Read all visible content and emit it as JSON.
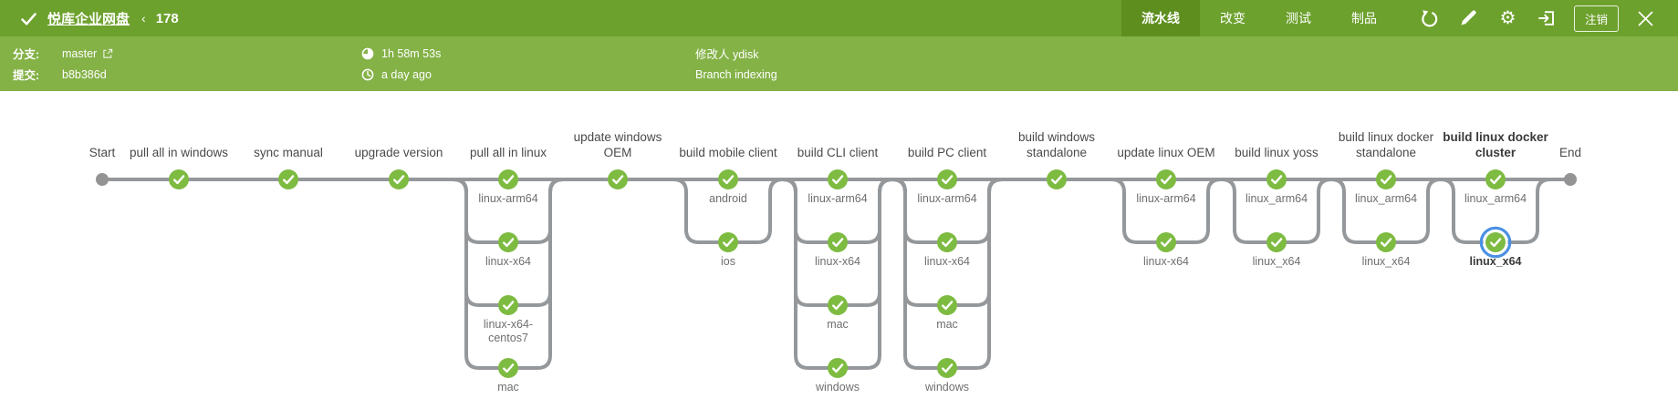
{
  "header": {
    "status_icon": "check-icon",
    "title": "悦库企业网盘",
    "run_separator": "‹",
    "run_number": "178",
    "tabs": [
      {
        "id": "pipeline",
        "label": "流水线",
        "active": true
      },
      {
        "id": "changes",
        "label": "改变",
        "active": false
      },
      {
        "id": "tests",
        "label": "测试",
        "active": false
      },
      {
        "id": "artifacts",
        "label": "制品",
        "active": false
      }
    ],
    "actions": {
      "rerun_icon": "rerun-icon",
      "edit_icon": "pencil-icon",
      "settings_icon": "gear-icon",
      "settings_glyph": "⚙",
      "exit_icon": "exit-to-app-icon",
      "logout_label": "注销",
      "close_icon": "close-icon"
    }
  },
  "infobar": {
    "branch_label": "分支:",
    "branch_value": "master",
    "branch_link_icon": "external-link-icon",
    "commit_label": "提交:",
    "commit_value": "b8b386d",
    "duration_icon": "duration-icon",
    "duration": "1h 58m 53s",
    "time_icon": "clock-icon",
    "time_ago": "a day ago",
    "changed_by": "修改人 ydisk",
    "run_cause": "Branch indexing"
  },
  "pipeline": {
    "start_label": "Start",
    "end_label": "End",
    "status": "success",
    "stages": [
      {
        "name": [
          "pull all in windows"
        ],
        "branches": []
      },
      {
        "name": [
          "sync manual"
        ],
        "branches": []
      },
      {
        "name": [
          "upgrade version"
        ],
        "branches": []
      },
      {
        "name": [
          "pull all in linux"
        ],
        "branches": [
          {
            "label": [
              "linux-arm64"
            ]
          },
          {
            "label": [
              "linux-x64"
            ]
          },
          {
            "label": [
              "linux-x64-",
              "centos7"
            ]
          },
          {
            "label": [
              "mac"
            ]
          }
        ]
      },
      {
        "name": [
          "update windows",
          "OEM"
        ],
        "branches": []
      },
      {
        "name": [
          "build mobile client"
        ],
        "branches": [
          {
            "label": [
              "android"
            ]
          },
          {
            "label": [
              "ios"
            ]
          }
        ]
      },
      {
        "name": [
          "build CLI client"
        ],
        "branches": [
          {
            "label": [
              "linux-arm64"
            ]
          },
          {
            "label": [
              "linux-x64"
            ]
          },
          {
            "label": [
              "mac"
            ]
          },
          {
            "label": [
              "windows"
            ]
          }
        ]
      },
      {
        "name": [
          "build PC client"
        ],
        "branches": [
          {
            "label": [
              "linux-arm64"
            ]
          },
          {
            "label": [
              "linux-x64"
            ]
          },
          {
            "label": [
              "mac"
            ]
          },
          {
            "label": [
              "windows"
            ]
          }
        ]
      },
      {
        "name": [
          "build windows",
          "standalone"
        ],
        "branches": []
      },
      {
        "name": [
          "update linux OEM"
        ],
        "branches": [
          {
            "label": [
              "linux-arm64"
            ]
          },
          {
            "label": [
              "linux-x64"
            ]
          }
        ]
      },
      {
        "name": [
          "build linux yoss"
        ],
        "branches": [
          {
            "label": [
              "linux_arm64"
            ]
          },
          {
            "label": [
              "linux_x64"
            ]
          }
        ]
      },
      {
        "name": [
          "build linux docker",
          "standalone"
        ],
        "branches": [
          {
            "label": [
              "linux_arm64"
            ]
          },
          {
            "label": [
              "linux_x64"
            ]
          }
        ]
      },
      {
        "name": [
          "build linux docker",
          "cluster"
        ],
        "selected": true,
        "branches": [
          {
            "label": [
              "linux_arm64"
            ]
          },
          {
            "label": [
              "linux_x64"
            ],
            "selected": true
          }
        ]
      }
    ]
  },
  "colors": {
    "header_green": "#6DA12D",
    "infobar_green": "#84B247",
    "active_tab_green": "#5E8E1E",
    "node_green": "#7DBB41",
    "edge_gray": "#95989B",
    "terminal_gray": "#949393",
    "selected_ring_blue": "#4A90E2"
  }
}
